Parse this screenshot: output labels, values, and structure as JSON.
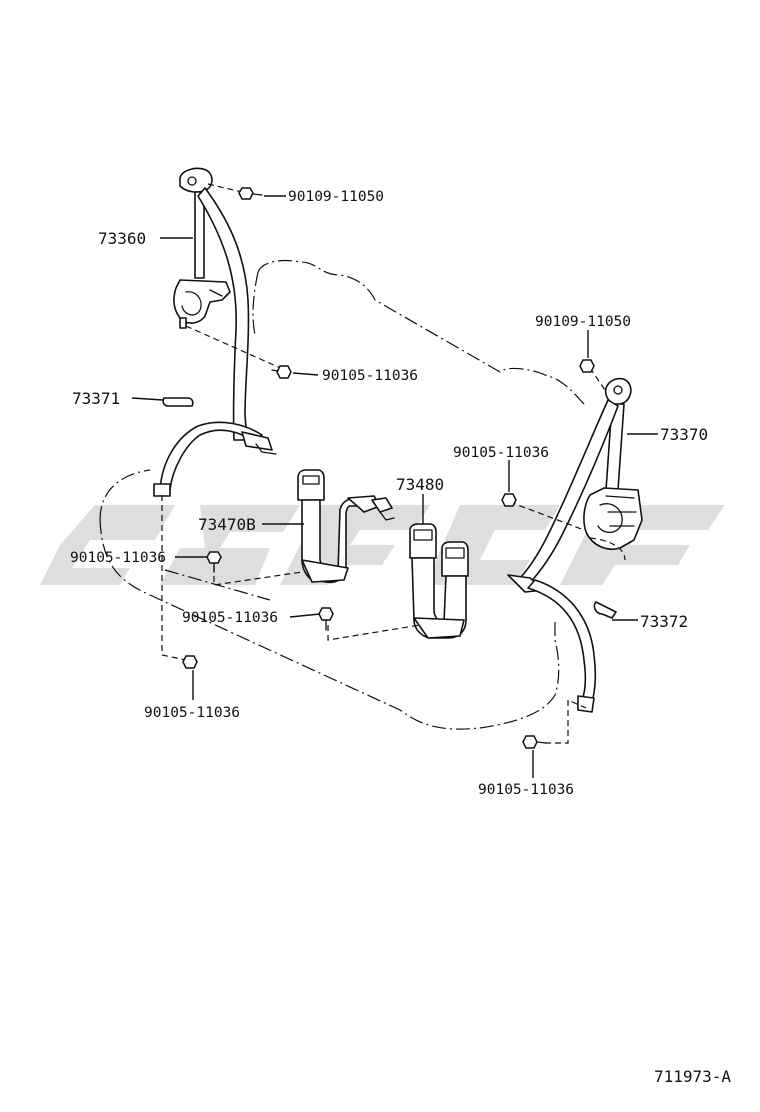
{
  "diagram": {
    "drawing_code": "711973-A",
    "parts": {
      "p73360": "73360",
      "p73370": "73370",
      "p73371": "73371",
      "p73372": "73372",
      "p73480": "73480",
      "p73470B": "73470B"
    },
    "fasteners": {
      "bolt_top_left": "90109-11050",
      "bolt_top_right": "90109-11050",
      "bolt_left_retractor": "90105-11036",
      "bolt_right_anchor": "90105-11036",
      "bolt_left_buckle": "90105-11036",
      "bolt_center": "90105-11036",
      "bolt_left_floor": "90105-11036",
      "bolt_right_floor": "90105-11036"
    }
  }
}
